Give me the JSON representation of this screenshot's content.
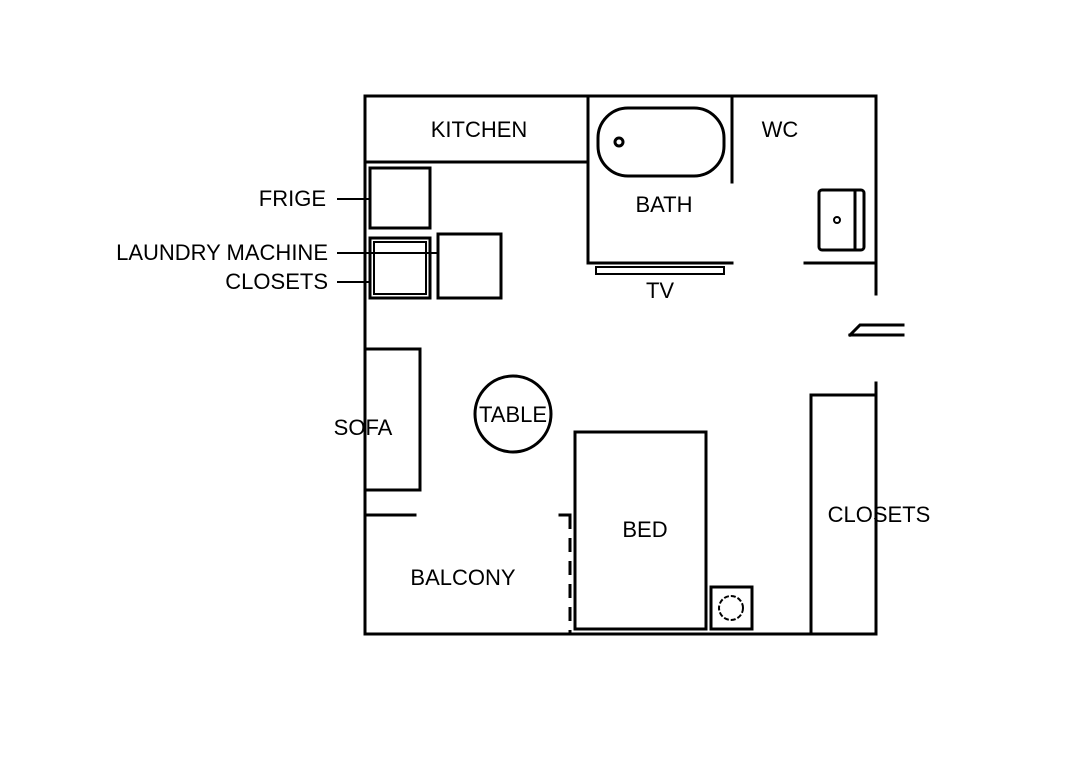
{
  "labels": {
    "kitchen": "KITCHEN",
    "bath": "BATH",
    "wc": "WC",
    "frige": "FRIGE",
    "laundry": "LAUNDRY MACHINE",
    "closets_left": "CLOSETS",
    "tv": "TV",
    "table": "TABLE",
    "sofa": "SOFA",
    "bed": "BED",
    "balcony": "BALCONY",
    "closets_right": "CLOSETS"
  },
  "colors": {
    "line": "#000000",
    "background": "#ffffff"
  }
}
